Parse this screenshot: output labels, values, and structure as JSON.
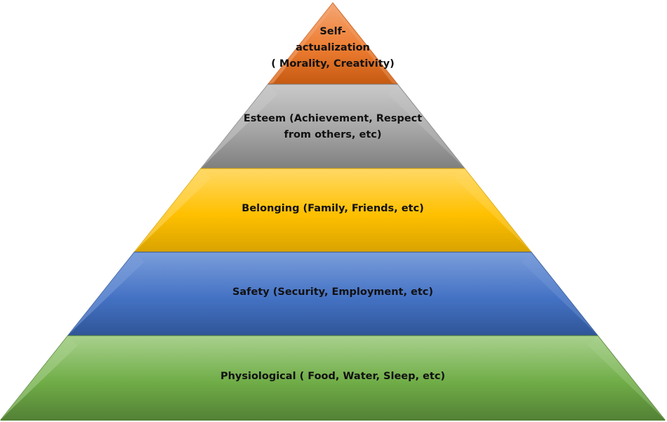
{
  "pyramid": {
    "tiers": [
      {
        "id": "self-actualization",
        "lines": [
          "Self-",
          "actualization",
          "( Morality, Creativity)"
        ],
        "color": "#ED7D31",
        "color_light": "#F4A674",
        "color_dark": "#C55A11"
      },
      {
        "id": "esteem",
        "lines": [
          "Esteem (Achievement, Respect",
          "from others, etc)"
        ],
        "color": "#A5A5A5",
        "color_light": "#C9C9C9",
        "color_dark": "#7F7F7F"
      },
      {
        "id": "belonging",
        "lines": [
          "Belonging (Family, Friends, etc)"
        ],
        "color": "#FFC000",
        "color_light": "#FFD966",
        "color_dark": "#D9A300"
      },
      {
        "id": "safety",
        "lines": [
          "Safety (Security, Employment, etc)"
        ],
        "color": "#4472C4",
        "color_light": "#7B9EDB",
        "color_dark": "#2F5597"
      },
      {
        "id": "physiological",
        "lines": [
          "Physiological ( Food, Water, Sleep, etc)"
        ],
        "color": "#70AD47",
        "color_light": "#A9D18E",
        "color_dark": "#538135"
      }
    ]
  }
}
